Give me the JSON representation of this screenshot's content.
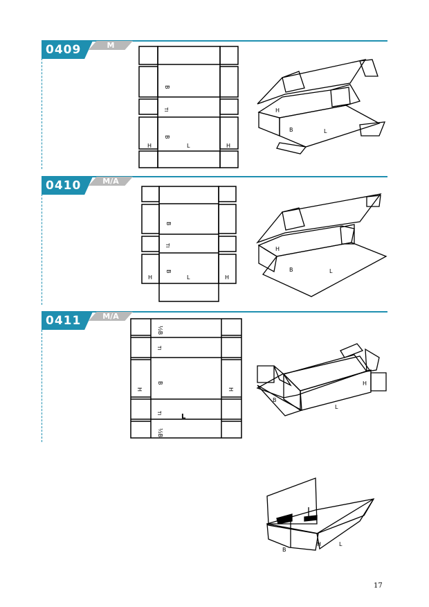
{
  "sections": [
    {
      "code": "0409",
      "type": "M",
      "dims": {
        "b": "B",
        "t": "TI",
        "h": "H",
        "l": "L"
      }
    },
    {
      "code": "0410",
      "type": "M/A",
      "dims": {
        "b": "B",
        "t": "TI",
        "h": "H",
        "l": "L"
      }
    },
    {
      "code": "0411",
      "type": "M/A",
      "dims": {
        "b": "B",
        "t": "TI",
        "h": "H",
        "l": "L",
        "half_b": "½B"
      }
    }
  ],
  "bottom_figure": {
    "b": "B",
    "h": "H",
    "l": "L"
  },
  "page_number": "17"
}
